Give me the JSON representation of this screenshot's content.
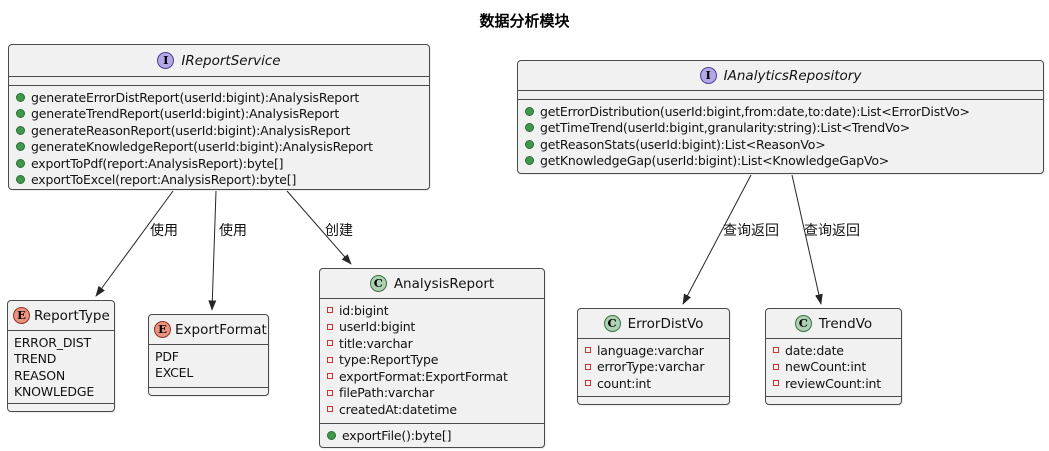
{
  "title": "数据分析模块",
  "colors": {
    "interface_icon_bg": "#B4A7E5",
    "class_icon_bg": "#ADD1B2",
    "enum_icon_bg": "#EB937F",
    "field_icon": "#C63633",
    "method_icon": "#3E9A49",
    "box_background": "#F1F1F1",
    "box_border": "#4a4a4a"
  },
  "boxes": {
    "ireportservice": {
      "stereotype_letter": "I",
      "name": "IReportService",
      "methods": [
        "generateErrorDistReport(userId:bigint):AnalysisReport",
        "generateTrendReport(userId:bigint):AnalysisReport",
        "generateReasonReport(userId:bigint):AnalysisReport",
        "generateKnowledgeReport(userId:bigint):AnalysisReport",
        "exportToPdf(report:AnalysisReport):byte[]",
        "exportToExcel(report:AnalysisReport):byte[]"
      ]
    },
    "ianalyticsrepository": {
      "stereotype_letter": "I",
      "name": "IAnalyticsRepository",
      "methods": [
        "getErrorDistribution(userId:bigint,from:date,to:date):List<ErrorDistVo>",
        "getTimeTrend(userId:bigint,granularity:string):List<TrendVo>",
        "getReasonStats(userId:bigint):List<ReasonVo>",
        "getKnowledgeGap(userId:bigint):List<KnowledgeGapVo>"
      ]
    },
    "reporttype": {
      "stereotype_letter": "E",
      "name": "ReportType",
      "values": [
        "ERROR_DIST",
        "TREND",
        "REASON",
        "KNOWLEDGE"
      ]
    },
    "exportformat": {
      "stereotype_letter": "E",
      "name": "ExportFormat",
      "values": [
        "PDF",
        "EXCEL"
      ]
    },
    "analysisreport": {
      "stereotype_letter": "C",
      "name": "AnalysisReport",
      "fields": [
        "id:bigint",
        "userId:bigint",
        "title:varchar",
        "type:ReportType",
        "exportFormat:ExportFormat",
        "filePath:varchar",
        "createdAt:datetime"
      ],
      "methods": [
        "exportFile():byte[]"
      ]
    },
    "errordistvo": {
      "stereotype_letter": "C",
      "name": "ErrorDistVo",
      "fields": [
        "language:varchar",
        "errorType:varchar",
        "count:int"
      ]
    },
    "trendvo": {
      "stereotype_letter": "C",
      "name": "TrendVo",
      "fields": [
        "date:date",
        "newCount:int",
        "reviewCount:int"
      ]
    }
  },
  "edges": {
    "service_to_reporttype": "使用",
    "service_to_exportformat": "使用",
    "service_to_analysisreport": "创建",
    "repo_to_errordistvo": "查询返回",
    "repo_to_trendvo": "查询返回"
  }
}
